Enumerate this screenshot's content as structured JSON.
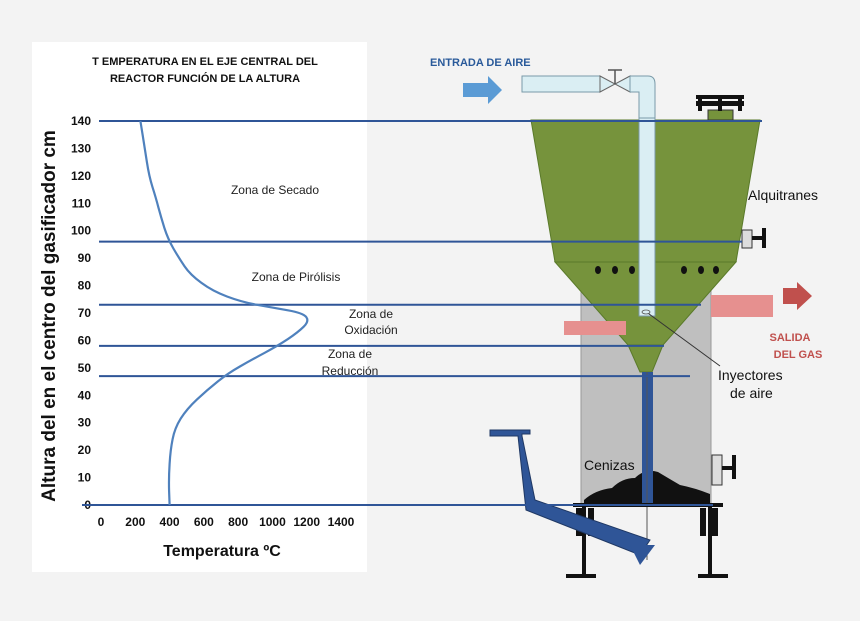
{
  "chart_data": {
    "type": "line",
    "title_line1": "T EMPERATURA EN EL EJE CENTRAL DEL",
    "title_line2": "REACTOR FUNCIÓN DE LA ALTURA",
    "xlabel": "Temperatura ºC",
    "ylabel": "Altura del en el centro del gasificador cm",
    "xlim": [
      0,
      1400
    ],
    "ylim": [
      0,
      140
    ],
    "x_ticks": [
      "0",
      "200",
      "400",
      "600",
      "800",
      "1000",
      "1200",
      "1400"
    ],
    "y_ticks": [
      "0",
      "10",
      "20",
      "30",
      "40",
      "50",
      "60",
      "70",
      "80",
      "90",
      "100",
      "110",
      "120",
      "130",
      "140"
    ],
    "series": [
      {
        "color": "#4f81bd",
        "points": [
          [
            400,
            0
          ],
          [
            395,
            10
          ],
          [
            405,
            20
          ],
          [
            430,
            28
          ],
          [
            500,
            35
          ],
          [
            620,
            42
          ],
          [
            740,
            48
          ],
          [
            880,
            53
          ],
          [
            1030,
            58
          ],
          [
            1150,
            63
          ],
          [
            1215,
            67
          ],
          [
            1180,
            70
          ],
          [
            1000,
            72
          ],
          [
            820,
            74
          ],
          [
            650,
            78
          ],
          [
            520,
            84
          ],
          [
            455,
            90
          ],
          [
            390,
            97
          ],
          [
            350,
            105
          ],
          [
            320,
            112
          ],
          [
            280,
            120
          ],
          [
            255,
            130
          ],
          [
            230,
            140
          ]
        ]
      }
    ],
    "zone_lines": [
      140,
      96,
      73,
      58,
      47,
      0
    ],
    "zones": {
      "secado": "Zona de Secado",
      "pirolisis": "Zona de Pirólisis",
      "oxidacion_1": "Zona de",
      "oxidacion_2": "Oxidación",
      "reduccion_1": "Zona de",
      "reduccion_2": "Reducción"
    }
  },
  "diagram": {
    "entrada_aire": "ENTRADA DE AIRE",
    "alquitranes": "Alquitranes",
    "salida_gas_1": "SALIDA",
    "salida_gas_2": "DEL GAS",
    "inyectores_1": "Inyectores",
    "inyectores_2": "de aire",
    "cenizas": "Cenizas"
  },
  "colors": {
    "curve": "#4f81bd",
    "zone_line": "#2f5597",
    "hopper_green": "#76933c",
    "vessel_gray": "#bfbfbf",
    "air_pipe": "#daeef3",
    "arrow_blue": "#5b9bd5",
    "arrow_red": "#e6908f",
    "grate_blue": "#2f5597"
  }
}
